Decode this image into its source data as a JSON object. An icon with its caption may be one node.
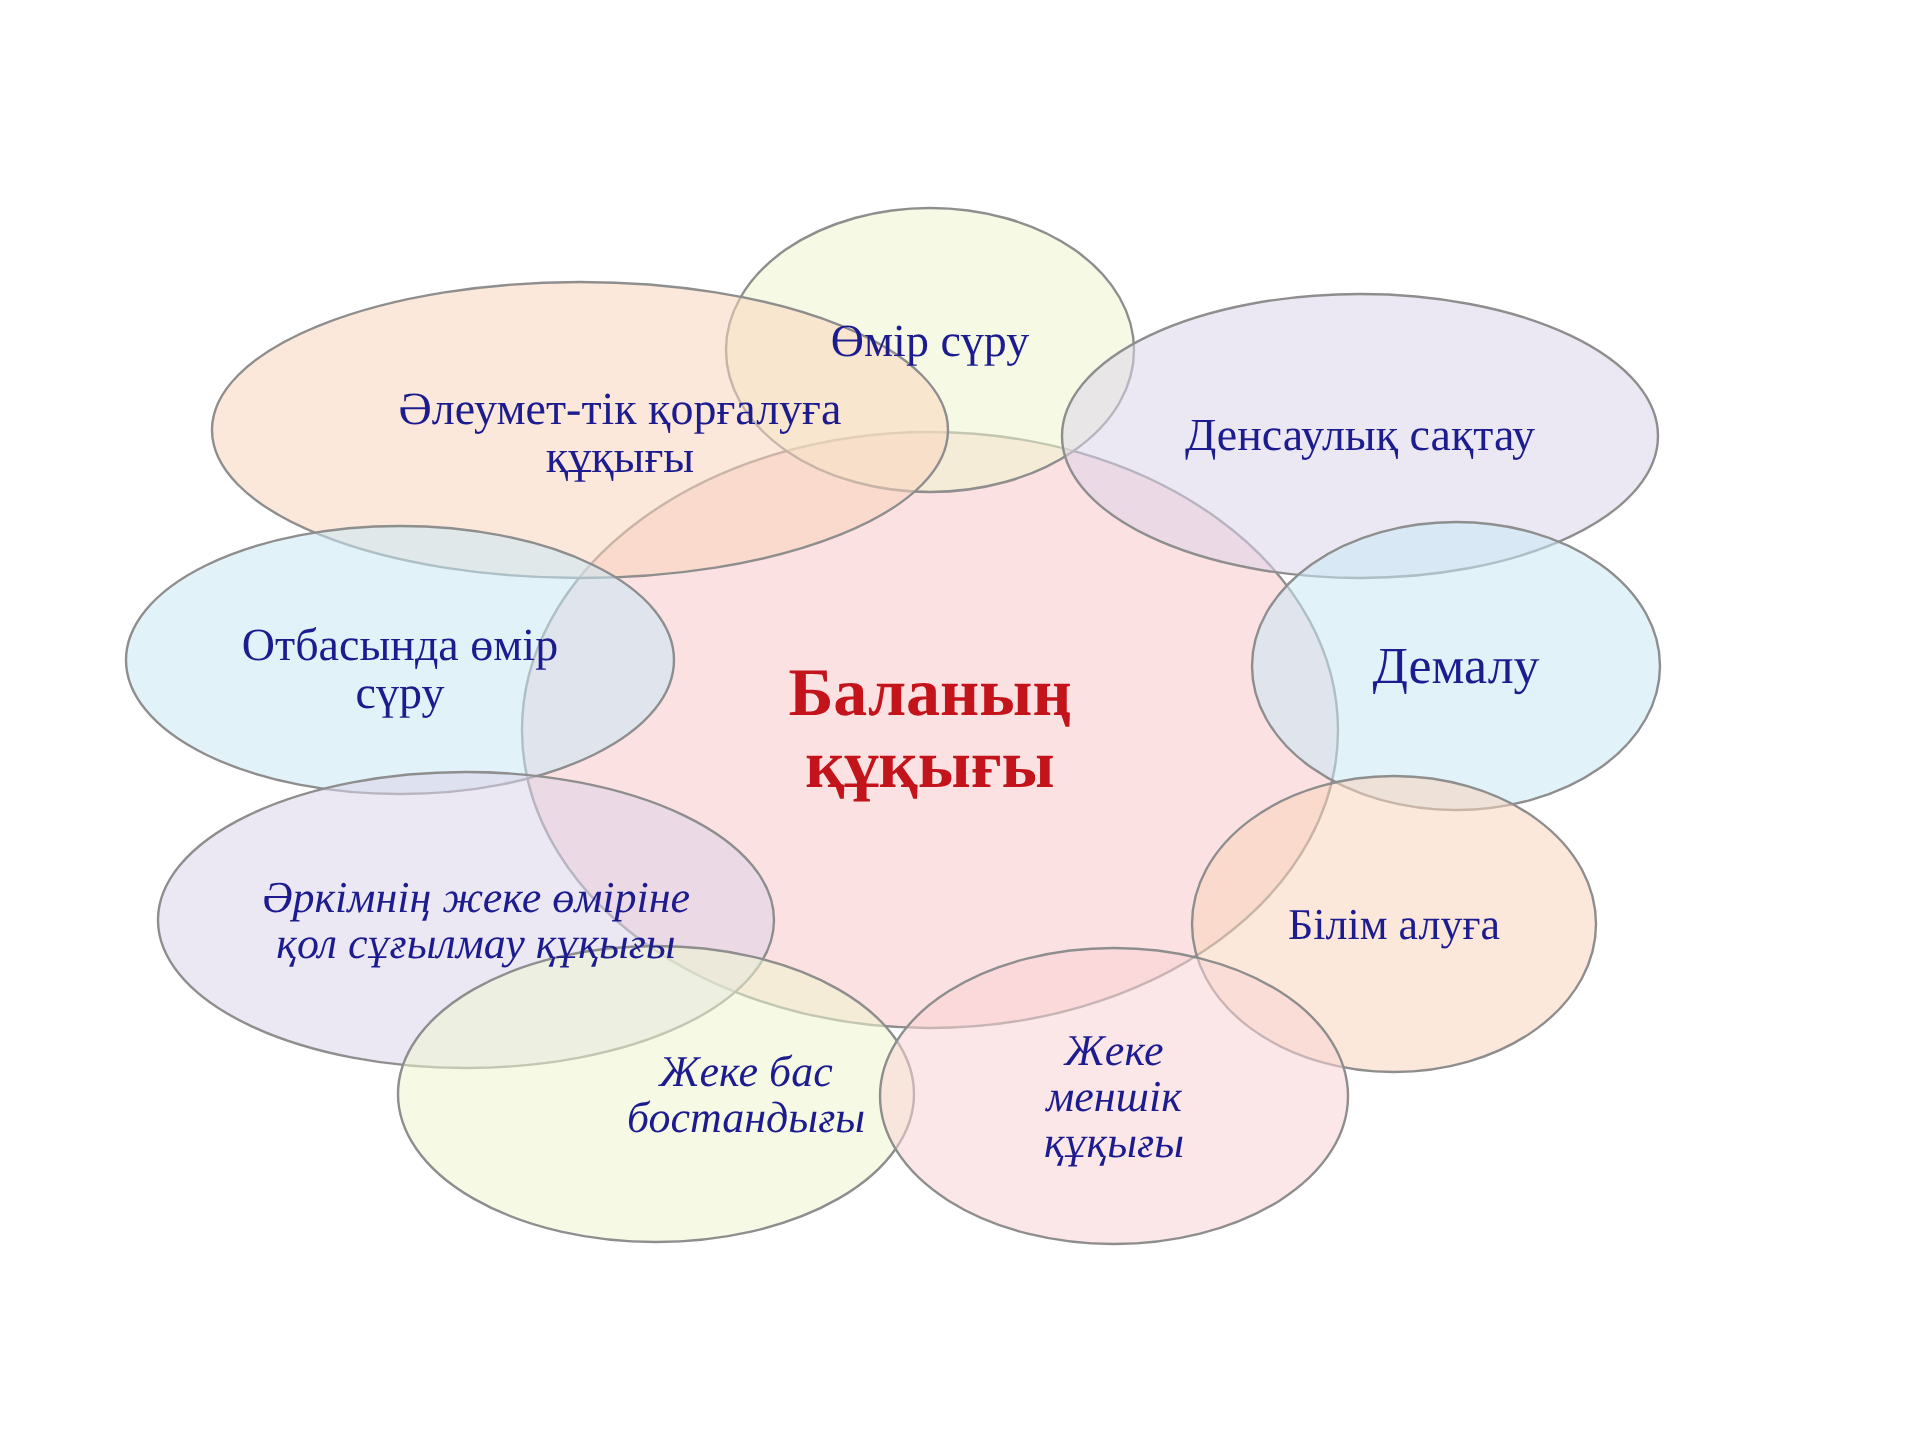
{
  "diagram": {
    "nodes": [
      {
        "text": [
          "Баланың құқығы"
        ]
      },
      {
        "text": [
          "Өмір сүру"
        ]
      },
      {
        "text": [
          "Әлеумет-тік қорғалуға құқығы"
        ]
      },
      {
        "text": [
          "Денсаулық сақтау"
        ]
      },
      {
        "text": [
          "Отбасында өмір сүру"
        ]
      },
      {
        "text": [
          "Демалу"
        ]
      },
      {
        "text": [
          "Әркімнің жеке өміріне қол сұғылмау құқығы"
        ]
      },
      {
        "text": [
          "Білім алуға"
        ]
      },
      {
        "text": [
          "Жеке бас бостандығы"
        ]
      },
      {
        "text": [
          "Жеке меншік құқығы"
        ]
      }
    ]
  }
}
